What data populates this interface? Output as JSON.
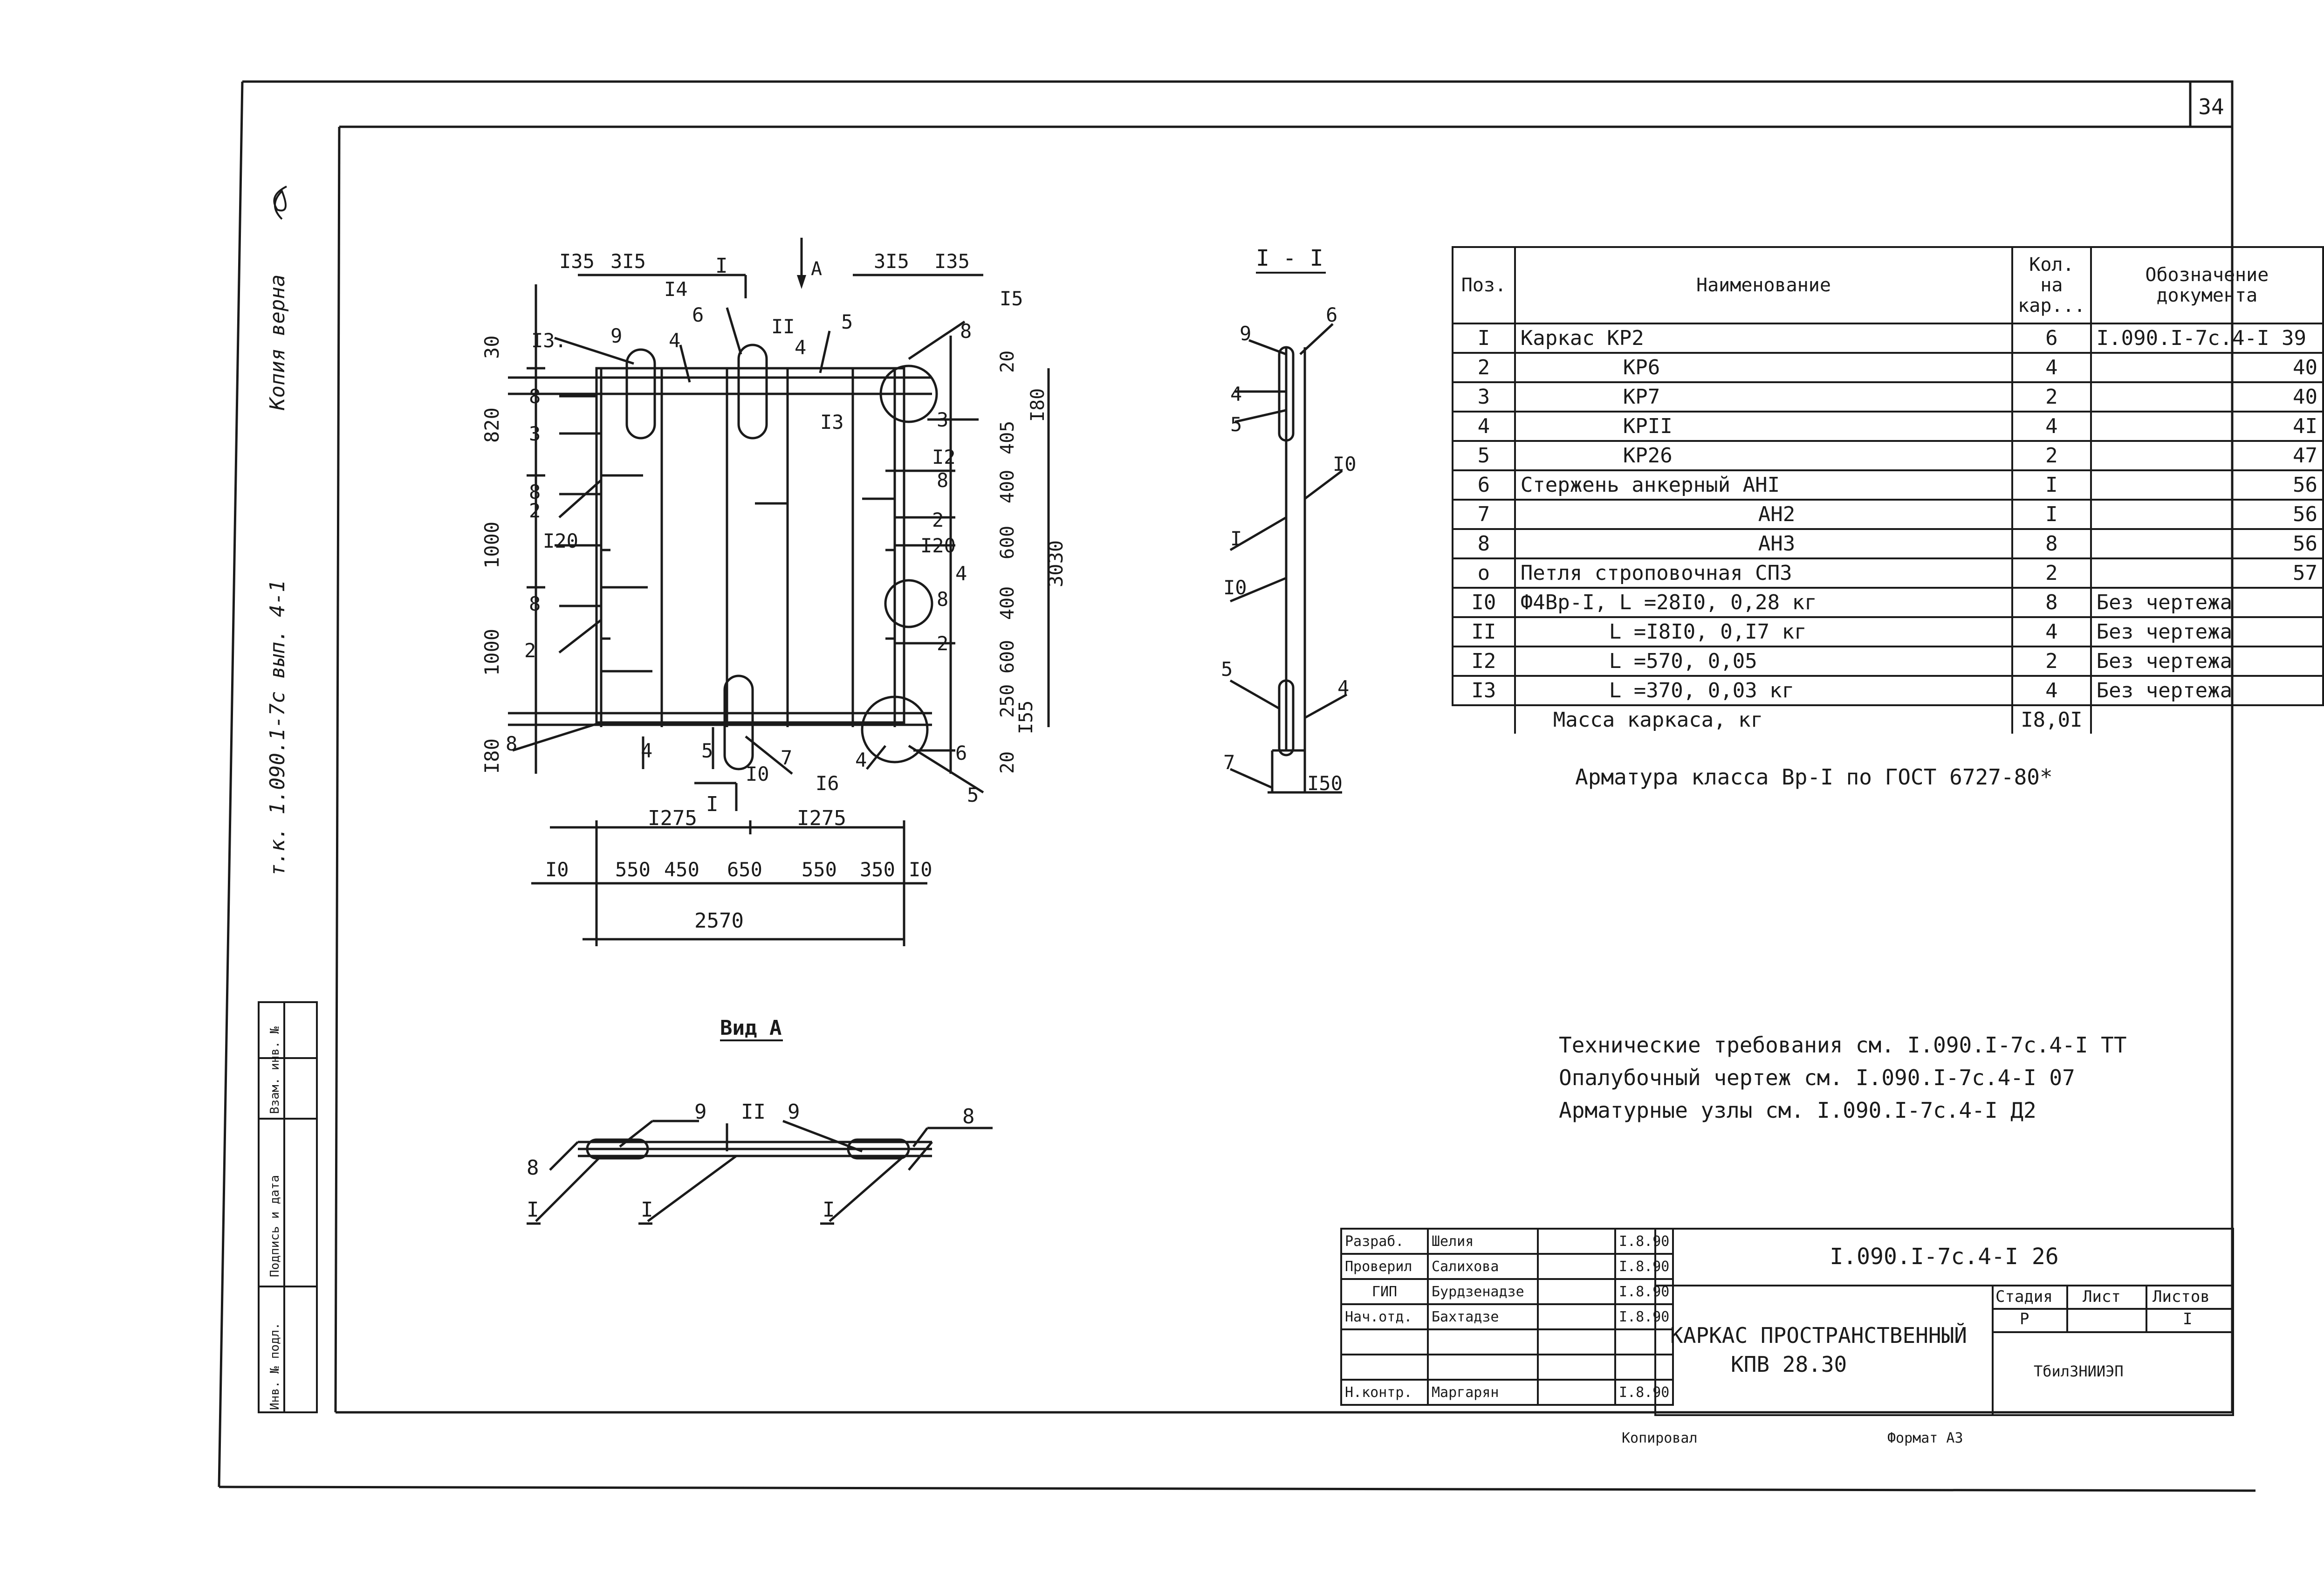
{
  "sheet_number": "34",
  "side_inscriptions": {
    "left_top": "Копия верна",
    "left_mid": "т.к. 1.090.1-7с вып. 4-1"
  },
  "left_stamp_labels": [
    "Инв. № подл.",
    "Подпись и дата",
    "Взам. инв. №"
  ],
  "plan": {
    "top_dims": [
      "I35",
      "3I5",
      "3I5",
      "I35"
    ],
    "left_dims": [
      "30",
      "820",
      "1000",
      "1000",
      "I80"
    ],
    "right_dims": [
      "20",
      "405",
      "400",
      "600",
      "400",
      "600",
      "250",
      "I55",
      "20"
    ],
    "right_outer": [
      "I80",
      "3030"
    ],
    "bottom_dims_1": [
      "I275",
      "I275"
    ],
    "bottom_dims_2": [
      "I0",
      "550",
      "450",
      "650",
      "550",
      "350",
      "I0"
    ],
    "bottom_total": "2570",
    "section_marks": [
      "I",
      "I",
      "A"
    ],
    "pos_labels": [
      "I3.",
      "9",
      "I4",
      "6",
      "II",
      "5",
      "I5",
      "8",
      "4",
      "4",
      "8",
      "3",
      "I3",
      "3",
      "I2",
      "8",
      "8",
      "2",
      "I20",
      "2",
      "I20",
      "4",
      "8",
      "8",
      "2",
      "2",
      "8",
      "4",
      "5",
      "I0",
      "7",
      "I6",
      "4",
      "6",
      "5"
    ]
  },
  "section": {
    "title": "I - I",
    "labels": [
      "9",
      "6",
      "4",
      "5",
      "I0",
      "I",
      "I0",
      "5",
      "4",
      "7"
    ],
    "dim": "I50"
  },
  "view": {
    "title": "Вид А",
    "labels": [
      "9",
      "II",
      "9",
      "8",
      "8",
      "I",
      "I",
      "I"
    ]
  },
  "spec": {
    "headers": [
      "Поз.",
      "Наименование",
      "Кол. на кар...",
      "Обозначение документа"
    ],
    "rows": [
      {
        "pos": "I",
        "name": "Каркас КР2",
        "qty": "6",
        "doc": "I.090.I-7с.4-I 39"
      },
      {
        "pos": "2",
        "name": "КР6",
        "qty": "4",
        "doc": "40"
      },
      {
        "pos": "3",
        "name": "КР7",
        "qty": "2",
        "doc": "40"
      },
      {
        "pos": "4",
        "name": "КРII",
        "qty": "4",
        "doc": "4I"
      },
      {
        "pos": "5",
        "name": "КР26",
        "qty": "2",
        "doc": "47"
      },
      {
        "pos": "6",
        "name": "Стержень анкерный  АНI",
        "qty": "I",
        "doc": "56"
      },
      {
        "pos": "7",
        "name": "АН2",
        "qty": "I",
        "doc": "56"
      },
      {
        "pos": "8",
        "name": "АН3",
        "qty": "8",
        "doc": "56"
      },
      {
        "pos": "о",
        "name": "Петля строповочная СП3",
        "qty": "2",
        "doc": "57"
      },
      {
        "pos": "I0",
        "name": "Ф4Вр-I,  L =28I0, 0,28 кг",
        "qty": "8",
        "doc": "Без чертежа"
      },
      {
        "pos": "II",
        "name": "L =I8I0, 0,I7 кг",
        "qty": "4",
        "doc": "Без чертежа"
      },
      {
        "pos": "I2",
        "name": "L =570,  0,05",
        "qty": "2",
        "doc": "Без чертежа"
      },
      {
        "pos": "I3",
        "name": "L =370,  0,03 кг",
        "qty": "4",
        "doc": "Без чертежа"
      }
    ],
    "mass_label": "Масса каркаса, кг",
    "mass_value": "I8,0I",
    "caption": "Арматура класса Вр-I по ГОСТ 6727-80*"
  },
  "notes": [
    "Технические требования см. I.090.I-7с.4-I ТТ",
    "Опалубочный чертеж см. I.090.I-7с.4-I 07",
    "Арматурные узлы см. I.090.I-7с.4-I Д2"
  ],
  "title_block": {
    "people": [
      {
        "role": "Разраб.",
        "name": "Шелия",
        "date": "I.8.90"
      },
      {
        "role": "Проверил",
        "name": "Салихова",
        "date": "I.8.90"
      },
      {
        "role": "ГИП",
        "name": "Бурдзенадзе",
        "date": "I.8.90"
      },
      {
        "role": "Нач.отд.",
        "name": "Бахтадзе",
        "date": "I.8.90"
      },
      {
        "role": "",
        "name": "",
        "date": ""
      },
      {
        "role": "",
        "name": "",
        "date": ""
      },
      {
        "role": "Н.контр.",
        "name": "Маргарян",
        "date": "I.8.90"
      }
    ],
    "doc_code": "I.090.I-7с.4-I 26",
    "title_line1": "КАРКАС ПРОСТРАНСТВЕННЫЙ",
    "title_line2": "КПВ 28.30",
    "stage_label": "Стадия",
    "sheet_label": "Лист",
    "sheets_label": "Листов",
    "stage": "Р",
    "sheet": "",
    "sheets": "I",
    "org": "ТбилЗНИИЭП",
    "footer_left": "Копировал",
    "footer_right": "Формат А3"
  }
}
